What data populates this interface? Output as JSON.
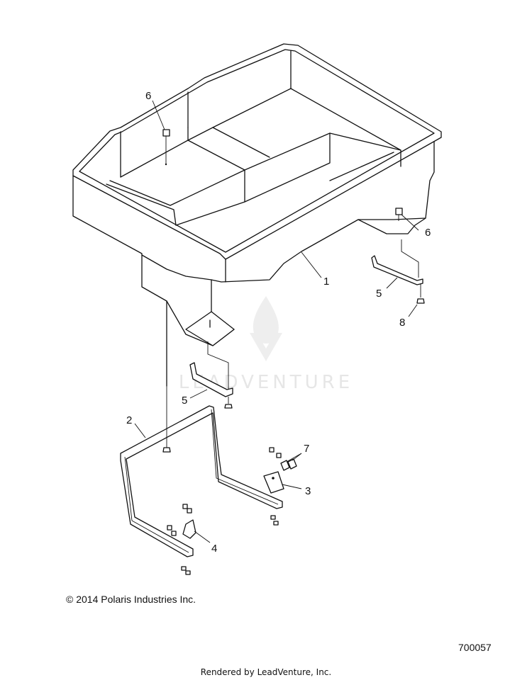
{
  "watermark": {
    "brand": "LEADVENTURE",
    "color": "#e6e6e6"
  },
  "callouts": {
    "c1": "1",
    "c2": "2",
    "c3": "3",
    "c4": "4",
    "c5a": "5",
    "c5b": "5",
    "c6a": "6",
    "c6b": "6",
    "c7": "7",
    "c8": "8"
  },
  "footer": {
    "copyright": "© 2014 Polaris Industries Inc.",
    "part_number": "700057",
    "rendered_by": "Rendered by LeadVenture, Inc."
  }
}
